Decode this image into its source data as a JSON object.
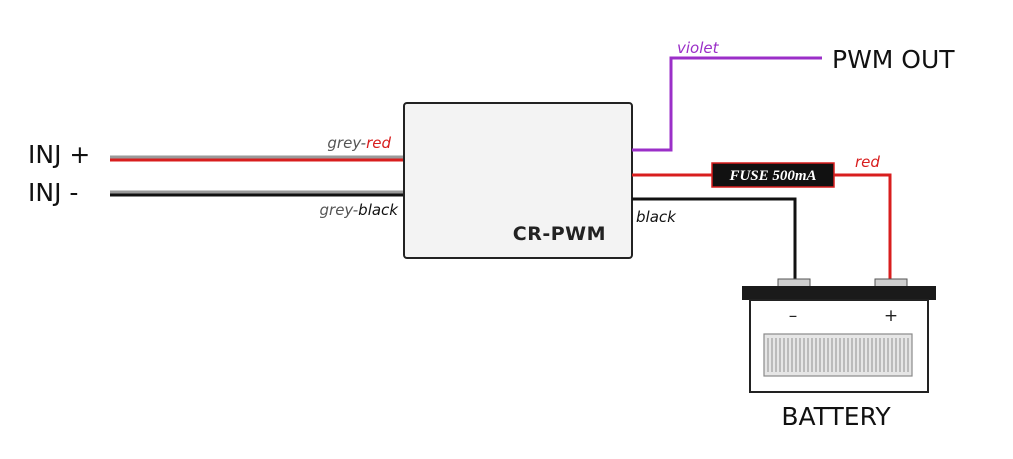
{
  "inputs": {
    "inj_plus": "INJ +",
    "inj_minus": "INJ -"
  },
  "wires": {
    "grey_red": {
      "prefix": "grey-",
      "color_word": "red"
    },
    "grey_black": {
      "prefix": "grey-",
      "color_word": "black"
    },
    "violet": "violet",
    "red": "red",
    "black": "black"
  },
  "module": {
    "name": "CR-PWM"
  },
  "fuse": {
    "label": "FUSE 500mA"
  },
  "output": {
    "label": "PWM OUT"
  },
  "battery": {
    "label": "BATTERY",
    "minus_sign": "–",
    "plus_sign": "+"
  },
  "colors": {
    "red": "#d81e1e",
    "violet": "#9b2fc8",
    "black": "#111111",
    "grey": "#9a9a9a",
    "grey_text": "#555555",
    "module_fill": "#f3f3f3"
  }
}
